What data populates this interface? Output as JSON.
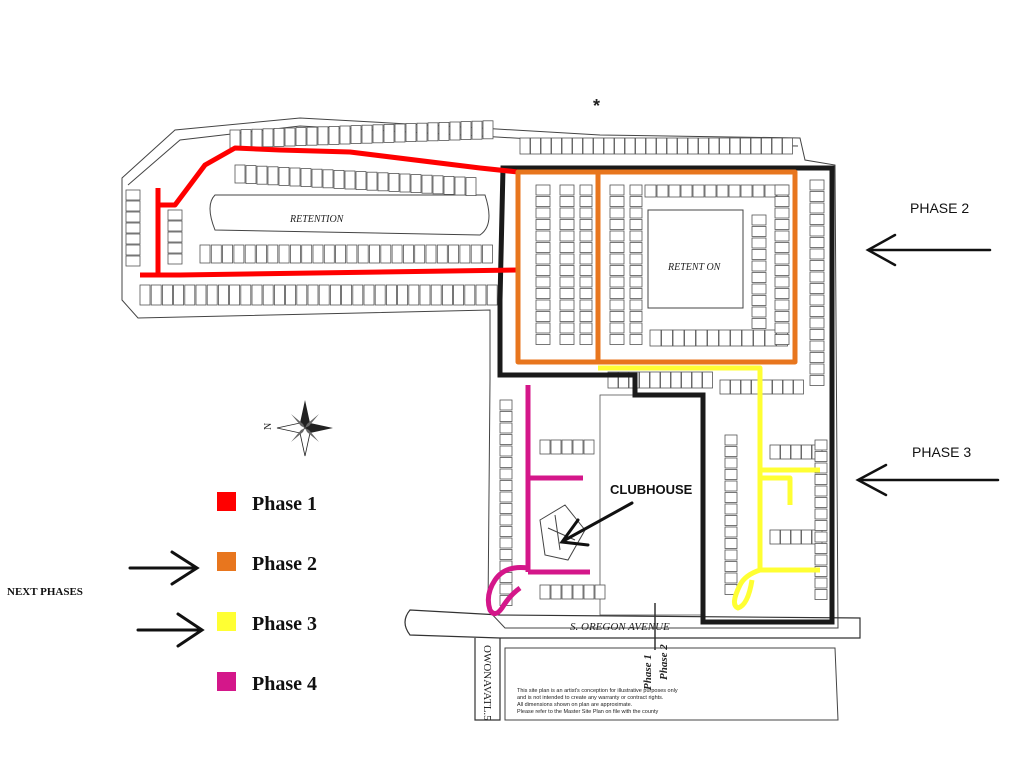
{
  "legend": {
    "items": [
      {
        "label": "Phase 1",
        "color": "#ff0000"
      },
      {
        "label": "Phase 2",
        "color": "#e8761e"
      },
      {
        "label": "Phase 3",
        "color": "#ffff33"
      },
      {
        "label": "Phase 4",
        "color": "#d4178a"
      }
    ],
    "next_phases": "NEXT PHASES"
  },
  "callouts": {
    "phase2": "PHASE 2",
    "phase3": "PHASE 3",
    "clubhouse": "CLUBHOUSE"
  },
  "plan": {
    "retention_west": "RETENTION",
    "retention_east": "RETENT ON",
    "street": "S.    OREGON    AVENUE",
    "phase_divider_1": "Phase 1",
    "phase_divider_2": "Phase 2",
    "cross_street": "OWONAVATL.5",
    "disclaimer": [
      "This site plan is an artist's conception for illustrative purposes only",
      "and is not intended to create any warranty or contract rights.",
      "All dimensions shown on plan are approximate.",
      "Please refer to the Master Site Plan on file with the county"
    ],
    "compass_letter": "N"
  },
  "colors": {
    "phase1": "#ff0000",
    "phase2": "#e8761e",
    "phase3": "#ffff33",
    "phase4": "#d4178a",
    "boundary": "#1a1a1a"
  },
  "icons": {
    "compass": "compass-rose-icon",
    "arrow": "arrow-icon"
  }
}
